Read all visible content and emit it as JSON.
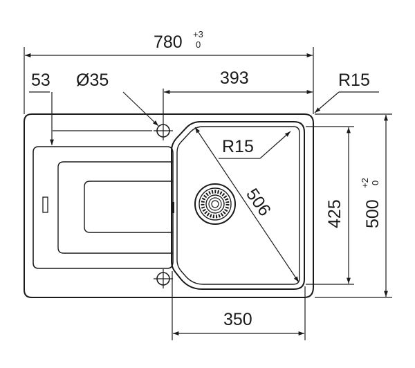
{
  "drawing": {
    "dims": {
      "total_width": "780",
      "total_width_tol_upper": "+3",
      "total_width_tol_lower": "0",
      "drain_offset": "53",
      "tap_hole": "Ø35",
      "bowl_offset": "393",
      "corner_radius_outer": "R15",
      "bowl_radius": "R15",
      "bowl_diagonal": "506",
      "bowl_depth": "425",
      "total_depth": "500",
      "total_depth_tol_upper": "+2",
      "total_depth_tol_lower": "0",
      "bowl_width": "350"
    },
    "colors": {
      "line": "#1a1a1a",
      "background": "#ffffff"
    }
  }
}
